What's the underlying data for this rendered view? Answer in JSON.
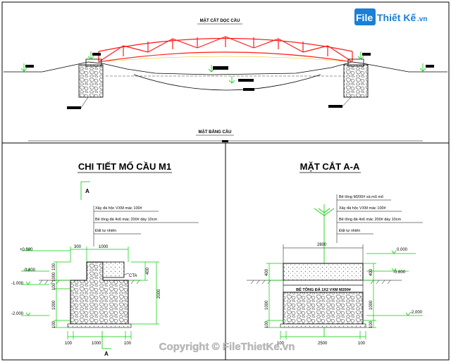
{
  "top": {
    "title": "MẶT CẮT DỌC CẦU",
    "section_label": "MẶT BẰNG CẦU"
  },
  "left": {
    "title": "CHI TIẾT MỐ CẦU M1",
    "section_mark": "A",
    "notes": [
      "Xây đá hộc VXM mác 100#",
      "Bê tông đá 4x6 mác 200# dày 10cm",
      "Đất tự nhiên"
    ],
    "levels": [
      "+0.000",
      "-0.600",
      "-1.000",
      "-2.000"
    ],
    "dims_top": [
      "300",
      "1000"
    ],
    "dims_left": [
      "100",
      "1000",
      "100",
      "1000",
      "100"
    ],
    "dims_right": [
      "400",
      "2000"
    ],
    "dims_bottom": [
      "100",
      "1000",
      "100"
    ],
    "cta": "CTA"
  },
  "right": {
    "title": "MẶT CẮT A-A",
    "notes": [
      "Bê tông M200# xà mũ mố",
      "Xây đá hộc VXM mác 100#",
      "Bê tông đá 4x6 mác 200# dày 10cm",
      "Đất tự nhiên"
    ],
    "top_dim": "2600",
    "levels": [
      "0.000",
      "-0.600",
      "-2.000"
    ],
    "band_label": "BÊ TÔNG ĐÁ 1X2 VXM M200#",
    "dims_left": [
      "400",
      "1000",
      "100"
    ],
    "dims_right": [
      "400",
      "1000",
      "100"
    ],
    "dims_bottom": [
      "100",
      "2500",
      "100"
    ]
  },
  "watermark": {
    "logo_file": "File",
    "logo_rest": "Thiết Kế",
    "logo_tld": ".vn",
    "copyright": "Copyright © FileThietKe.vn"
  },
  "colors": {
    "truss": "#ff1a1a",
    "dimension": "#00cc00",
    "logo_blue": "#1a7fd6"
  }
}
